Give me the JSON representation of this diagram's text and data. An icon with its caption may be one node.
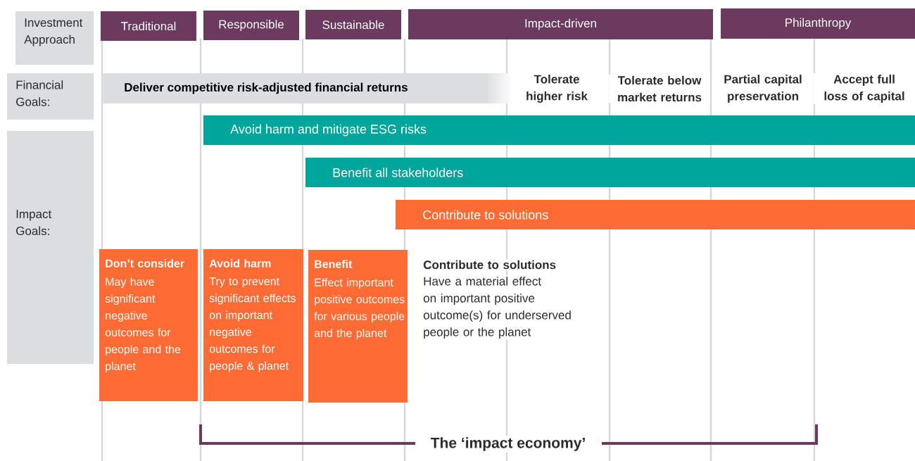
{
  "diagram": {
    "nodes": [
      {
        "text": [
          "Investment Approach"
        ]
      },
      {
        "text": [
          "Traditional"
        ]
      },
      {
        "text": [
          "Responsible"
        ]
      },
      {
        "text": [
          "Sustainable"
        ]
      },
      {
        "text": [
          "Impact-driven"
        ]
      },
      {
        "text": [
          "Philanthropy"
        ]
      },
      {
        "text": [
          "Financial Goals:"
        ]
      },
      {
        "text": [
          "Deliver competitive risk-adjusted financial returns"
        ]
      },
      {
        "text": [
          "Impact Goals:"
        ]
      },
      {
        "text": [
          "Avoid harm and mitigate ESG risks"
        ]
      },
      {
        "text": [
          "Benefit all stakeholders"
        ]
      },
      {
        "text": [
          "Contribute to solutions"
        ]
      },
      {
        "text": [
          "Don’t consider",
          "May have significant negative outcomes for people and the planet"
        ]
      },
      {
        "text": [
          "Avoid harm",
          "Try to prevent significant effects on important negative outcomes for people & planet"
        ]
      },
      {
        "text": [
          "Benefit",
          "Effect important positive outcomes for various people and the planet"
        ]
      }
    ],
    "labels": [
      "Tolerate higher risk",
      "Tolerate below market returns",
      "Partial capital preservation",
      "Accept full loss of capital",
      "Contribute to solutions",
      "Have a material effect on important positive outcome(s) for underserved people or the planet",
      "The ‘impact economy’"
    ]
  }
}
